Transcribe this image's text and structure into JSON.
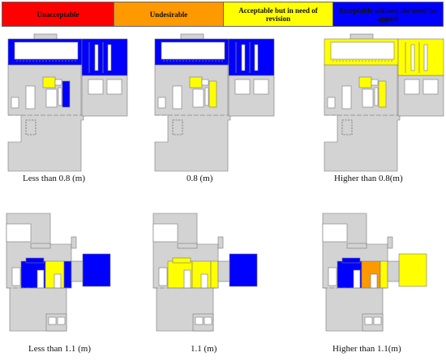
{
  "legend": [
    {
      "label": "Unacceptable",
      "color": "#ff0000"
    },
    {
      "label": "Undesirable",
      "color": "#ff9900"
    },
    {
      "label": "Acceptable but in need of revision",
      "color": "#ffff00"
    },
    {
      "label": "Acceptable without the need for appeal",
      "color": "#0000ff"
    }
  ],
  "colors": {
    "gray": "#d3d3d3",
    "outline": "#777777",
    "white": "#ffffff"
  },
  "panels": [
    {
      "caption": "Less than 0.8 (m)",
      "top_wing": "blue",
      "side_wing": "blue",
      "room_left": "yellow",
      "room_strip": "blue"
    },
    {
      "caption": "0.8 (m)",
      "top_wing": "blue",
      "side_wing": "blue",
      "room_left": "yellow",
      "room_strip": "yellow"
    },
    {
      "caption": "Higher than 0.8(m)",
      "top_wing": "yellow",
      "side_wing": "yellow",
      "room_left": "yellow",
      "room_strip": "yellow"
    },
    {
      "caption": "Less than 1.1 (m)",
      "rooms": [
        "blue",
        "yellow",
        "blue"
      ],
      "annex": "blue"
    },
    {
      "caption": "1.1 (m)",
      "rooms": [
        "yellow",
        "yellow",
        "yellow"
      ],
      "annex": "blue"
    },
    {
      "caption": "Higher than 1.1(m)",
      "rooms": [
        "blue",
        "orange",
        "yellow"
      ],
      "annex": "yellow"
    }
  ]
}
